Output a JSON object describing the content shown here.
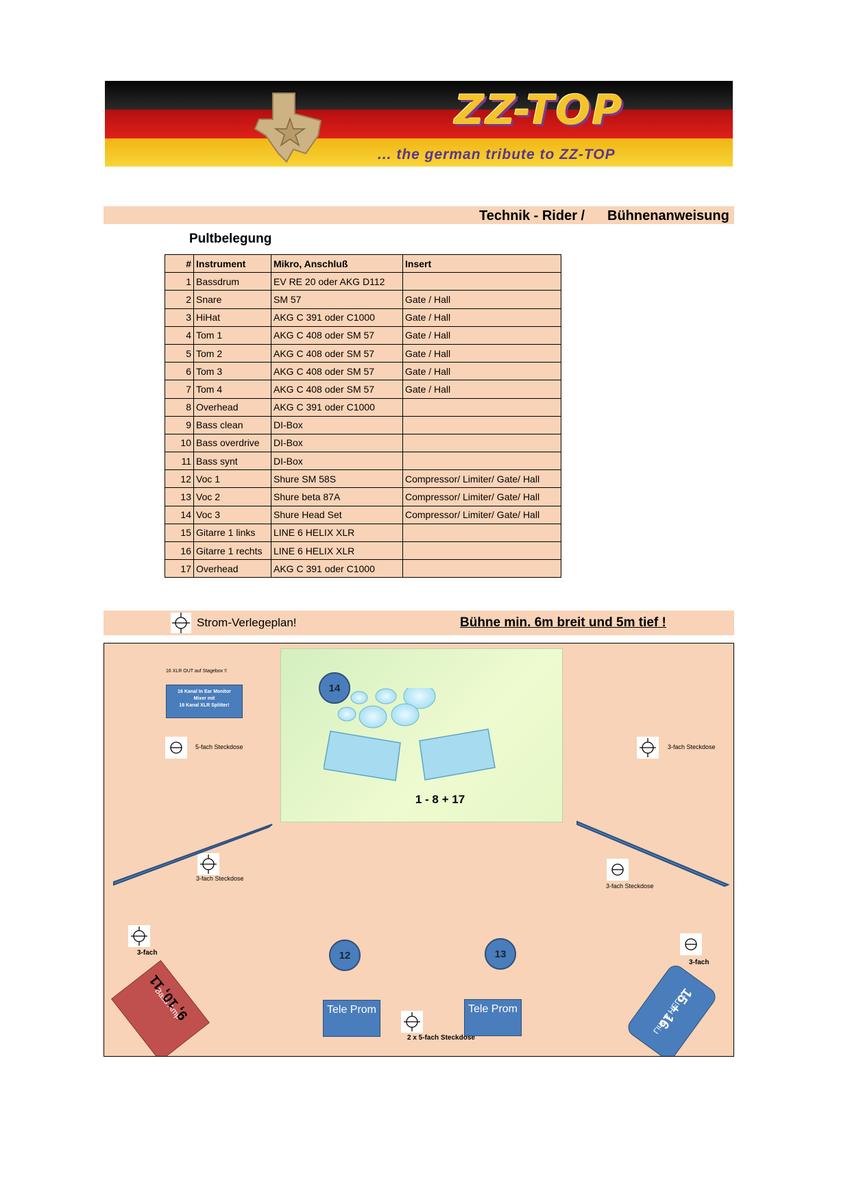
{
  "banner": {
    "logo": "ZZ-TOP",
    "tagline": "... the german tribute to ZZ-TOP"
  },
  "rider": {
    "title_left": "Technik - Rider /",
    "title_right": "Bühnenanweisung"
  },
  "pult": {
    "title": "Pultbelegung",
    "headers": [
      "#",
      "Instrument",
      "Mikro, Anschluß",
      "Insert"
    ],
    "rows": [
      [
        "1",
        "Bassdrum",
        "EV RE 20 oder AKG D112",
        ""
      ],
      [
        "2",
        "Snare",
        "SM 57",
        "Gate / Hall"
      ],
      [
        "3",
        "HiHat",
        "AKG C 391 oder C1000",
        "Gate / Hall"
      ],
      [
        "4",
        "Tom 1",
        "AKG C 408 oder SM 57",
        "Gate / Hall"
      ],
      [
        "5",
        "Tom 2",
        "AKG C 408 oder SM 57",
        "Gate / Hall"
      ],
      [
        "6",
        "Tom 3",
        "AKG C 408 oder SM 57",
        "Gate / Hall"
      ],
      [
        "7",
        "Tom 4",
        "AKG C 408 oder SM 57",
        "Gate / Hall"
      ],
      [
        "8",
        "Overhead",
        "AKG C 391 oder C1000",
        ""
      ],
      [
        "9",
        "Bass clean",
        "DI-Box",
        ""
      ],
      [
        "10",
        "Bass overdrive",
        "DI-Box",
        ""
      ],
      [
        "11",
        "Bass synt",
        "DI-Box",
        ""
      ],
      [
        "12",
        "Voc 1",
        "Shure SM 58S",
        "Compressor/ Limiter/ Gate/ Hall"
      ],
      [
        "13",
        "Voc 2",
        "Shure beta 87A",
        "Compressor/ Limiter/ Gate/ Hall"
      ],
      [
        "14",
        "Voc 3",
        "Shure Head Set",
        "Compressor/ Limiter/ Gate/ Hall"
      ],
      [
        "15",
        "Gitarre 1 links",
        "LINE 6 HELIX     XLR",
        ""
      ],
      [
        "16",
        "Gitarre 1 rechts",
        "LINE 6 HELIX     XLR",
        ""
      ],
      [
        "17",
        "Overhead",
        "AKG C 391 oder C1000",
        ""
      ]
    ]
  },
  "power": {
    "label": "Strom-Verlegeplan!",
    "stage_size": "Bühne min. 6m breit und 5m tief !"
  },
  "plan": {
    "stagebox_note": "16 XLR OUT auf Stagebox !!",
    "mixer_line1": "16 Kanal In Ear Monitor",
    "mixer_line2": "Mixer mit",
    "mixer_line3": "16 Kanal XLR Splitter!",
    "drum_channels": "1  -  8  +  17",
    "socket_5fach_left": "5-fach Steckdose",
    "socket_3fach_right": "3-fach Steckdose",
    "socket_3fach_mid_left": "3-fach Steckdose",
    "socket_3fach_mid_right": "3-fach Steckdose",
    "socket_3fach_bottom_left": "3-fach",
    "socket_3fach_bottom_right": "3-fach",
    "socket_2x5fach": "2 x 5-fach Steckdose",
    "mon_14": "14",
    "mon_12": "12",
    "mon_13": "13",
    "teleprom_left": "Tele Prom",
    "teleprom_right": "Tele Prom",
    "bass_amp_label": "Bass Amp",
    "bass_amp_channels": "9, 10, 11",
    "helix_label": "Line 6 HELIX",
    "helix_channels": "15 + 16"
  }
}
